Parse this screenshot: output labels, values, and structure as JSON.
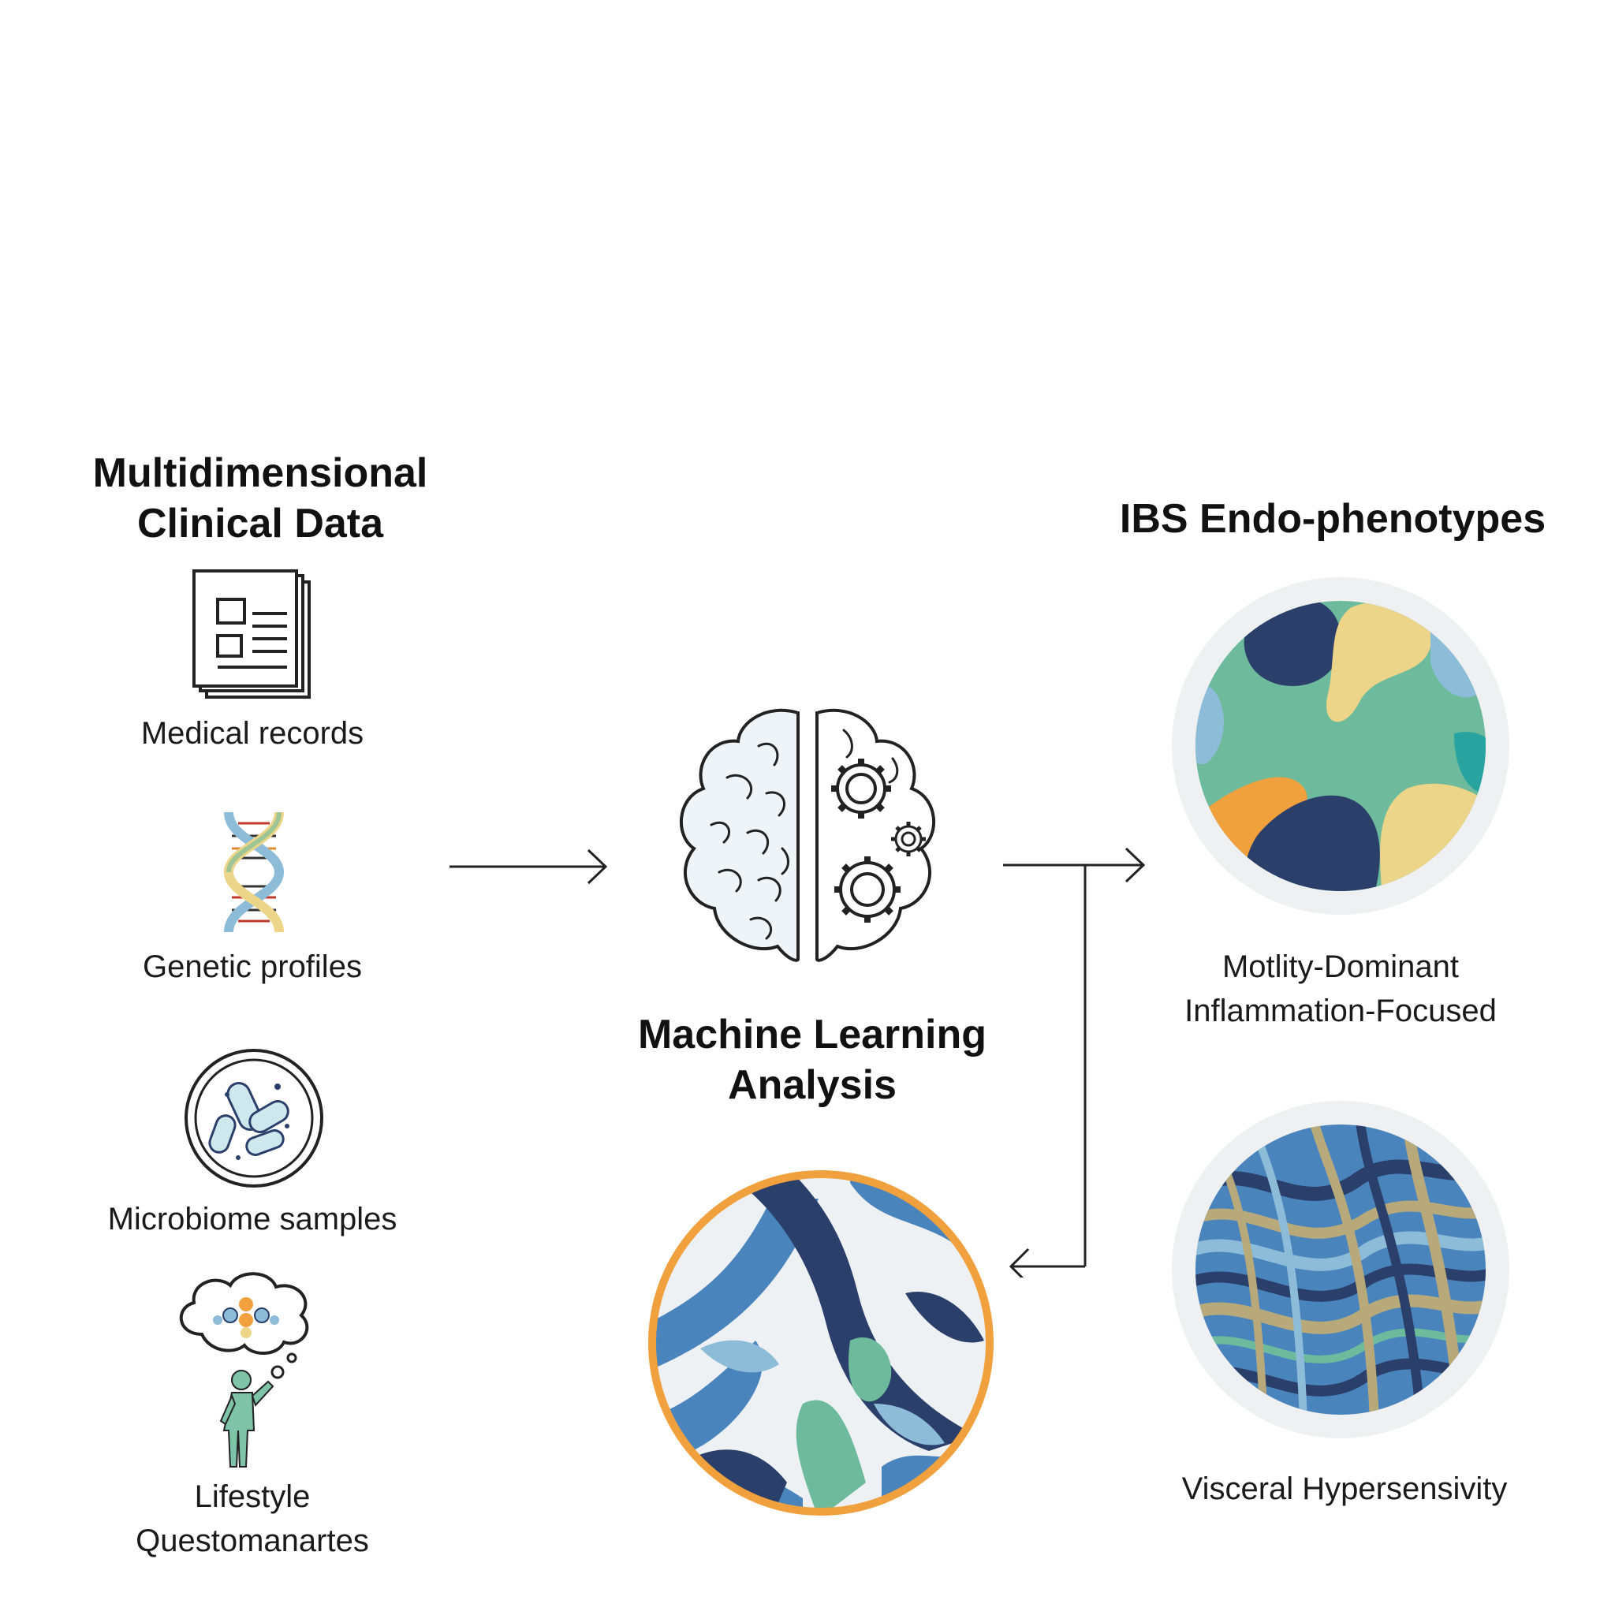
{
  "input": {
    "title_line1": "Multidimensional",
    "title_line2": "Clinical Data",
    "items": [
      {
        "label": "Medical records",
        "icon": "document-icon"
      },
      {
        "label": "Genetic profiles",
        "icon": "dna-icon"
      },
      {
        "label": "Microbiome samples",
        "icon": "petri-dish-icon"
      },
      {
        "label_line1": "Lifestyle",
        "label_line2": "Questomanartes",
        "icon": "thinking-person-icon"
      }
    ]
  },
  "analysis": {
    "title_line1": "Machine Learning",
    "title_line2": "Analysis",
    "icon": "brain-gears-icon"
  },
  "output": {
    "title": "IBS Endo-phenotypes",
    "phenotypes": [
      {
        "label_line1": "Motlity-Dominant",
        "label_line2": "Inflammation-Focused",
        "icon": "abstract-circle-green-icon"
      },
      {
        "label": "Visceral Hypersensivity",
        "icon": "abstract-circle-stripes-icon"
      }
    ],
    "unlabeled_circle_icon": "abstract-circle-orange-ring-icon"
  },
  "colors": {
    "navy": "#2b3f6b",
    "teal_green": "#6dbb9c",
    "sky_blue": "#8dbcd8",
    "sand_yellow": "#ecd488",
    "orange": "#f0a03c",
    "mid_blue": "#4a84bd",
    "teal": "#28a3a0"
  }
}
